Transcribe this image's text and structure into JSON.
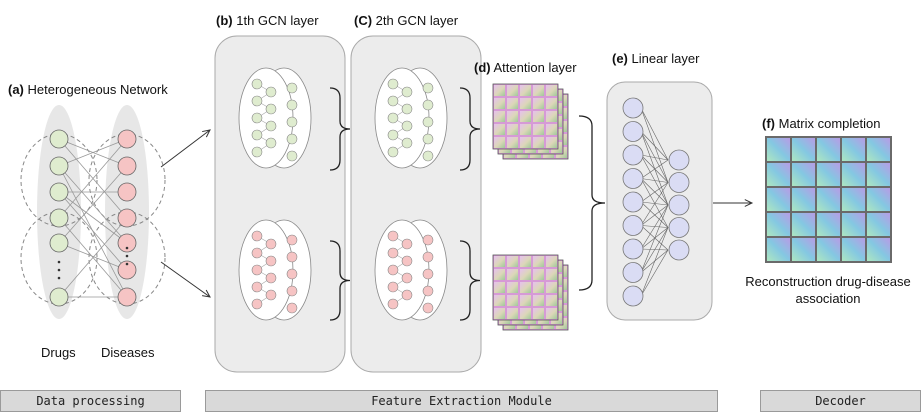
{
  "labels": {
    "a_tag": "(a)",
    "a_text": "Heterogeneous Network",
    "b_tag": "(b)",
    "b_text": "1th GCN layer",
    "c_tag": "(C)",
    "c_text": "2th GCN layer",
    "d_tag": "(d)",
    "d_text": "Attention layer",
    "e_tag": "(e)",
    "e_text": "Linear layer",
    "f_tag": "(f)",
    "f_text": "Matrix completion",
    "drugs": "Drugs",
    "diseases": "Diseases",
    "recon_line1": "Reconstruction drug-disease",
    "recon_line2": "association"
  },
  "modules": {
    "data_processing": "Data processing",
    "feature_extraction": "Feature Extraction Module",
    "decoder": "Decoder"
  },
  "colors": {
    "drug_node": "#dfeccf",
    "disease_node": "#f6c4c4",
    "linear_node": "#dadcf4",
    "panel": "#ececec",
    "attention": "#d69ad6",
    "matrix": "#8fcfe0"
  }
}
